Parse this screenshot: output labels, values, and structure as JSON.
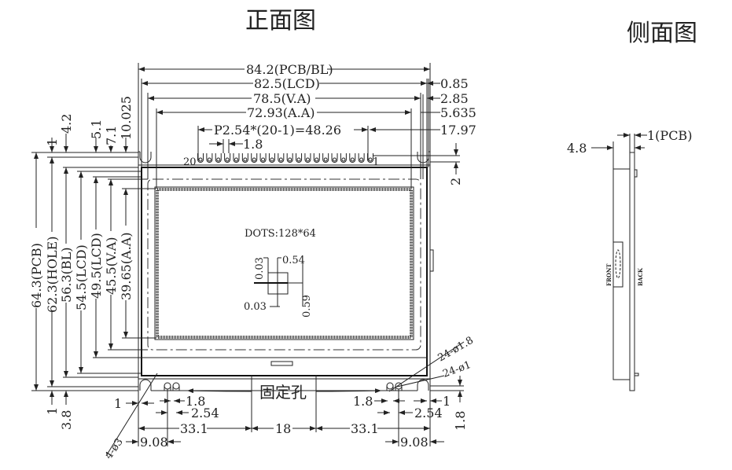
{
  "titles": {
    "front": "正面图",
    "side": "侧面图"
  },
  "top_dims": {
    "pcb_bl": "84.2(PCB/BL)",
    "lcd": "82.5(LCD)",
    "va": "78.5(V.A)",
    "aa": "72.93(A.A)",
    "pitch": "P2.54*(20-1)=48.26",
    "pin_width": "1.8",
    "r1": "0.85",
    "r2": "2.85",
    "r3": "5.635",
    "r4": "17.97",
    "r5": "2",
    "pin_first": "20",
    "pin_last": "1"
  },
  "left_dims": {
    "pcb": "64.3(PCB)",
    "hole": "62.3(HOLE)",
    "bl": "56.3(BL)",
    "lcd1": "54.5(LCD)",
    "lcd2": "49.5(LCD)",
    "va": "45.5(V.A)",
    "aa": "39.65(A.A)",
    "top1": "1",
    "top2": "4.2",
    "top3": "5.1",
    "top4": "7.1",
    "top5": "10.025",
    "bot1": "1",
    "bot2": "3.8"
  },
  "center": {
    "dots": "DOTS:128*64",
    "d1": "0.03",
    "d2": "0.54",
    "d3": "0.03",
    "d4": "0.59"
  },
  "bottom_dims": {
    "mount_hole": "固定孔",
    "hole_dia": "4-ø3",
    "pad1": "24-ø1.8",
    "pad2": "24-ø1",
    "l1": "1",
    "l18": "1.8",
    "l254": "2.54",
    "l331": "33.1",
    "c18": "18",
    "r331": "33.1",
    "r18": "1.8",
    "r254": "2.54",
    "r1": "1",
    "r_vert": "1.8",
    "l908": "9.08",
    "r908": "9.08"
  },
  "side": {
    "thickness": "4.8",
    "pcb": "1(PCB)",
    "front": "FRONT",
    "back": "BACK"
  }
}
